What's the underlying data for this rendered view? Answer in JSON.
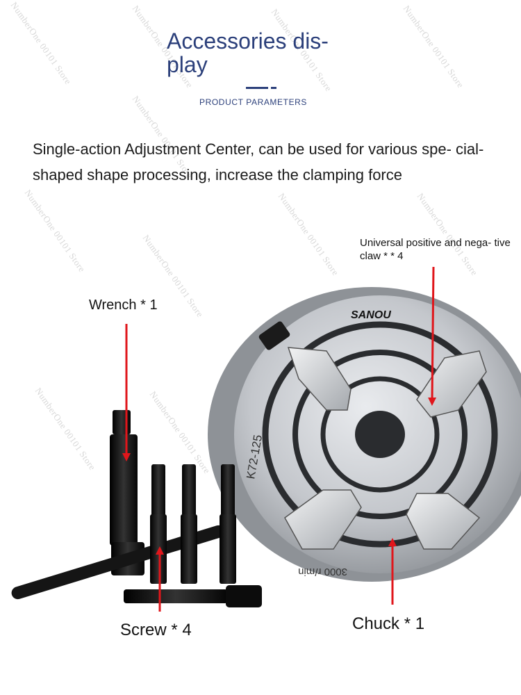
{
  "header": {
    "title": "Accessories dis- play",
    "subtitle": "PRODUCT PARAMETERS"
  },
  "description": "Single-action Adjustment Center, can be used for various spe- cial-shaped shape processing, increase the clamping force",
  "labels": {
    "wrench": "Wrench * 1",
    "claw": "Universal positive and nega- tive claw * * 4",
    "screw": "Screw * 4",
    "chuck": "Chuck * 1"
  },
  "chuck": {
    "brand": "SANOU",
    "model": "K72-125",
    "speed": "3000 r/min"
  },
  "watermark": "NumberOne 00101 Store",
  "colors": {
    "title": "#2b3f7a",
    "arrow": "#e0161b",
    "metal": "#c9ccd0",
    "tool": "#111111"
  }
}
